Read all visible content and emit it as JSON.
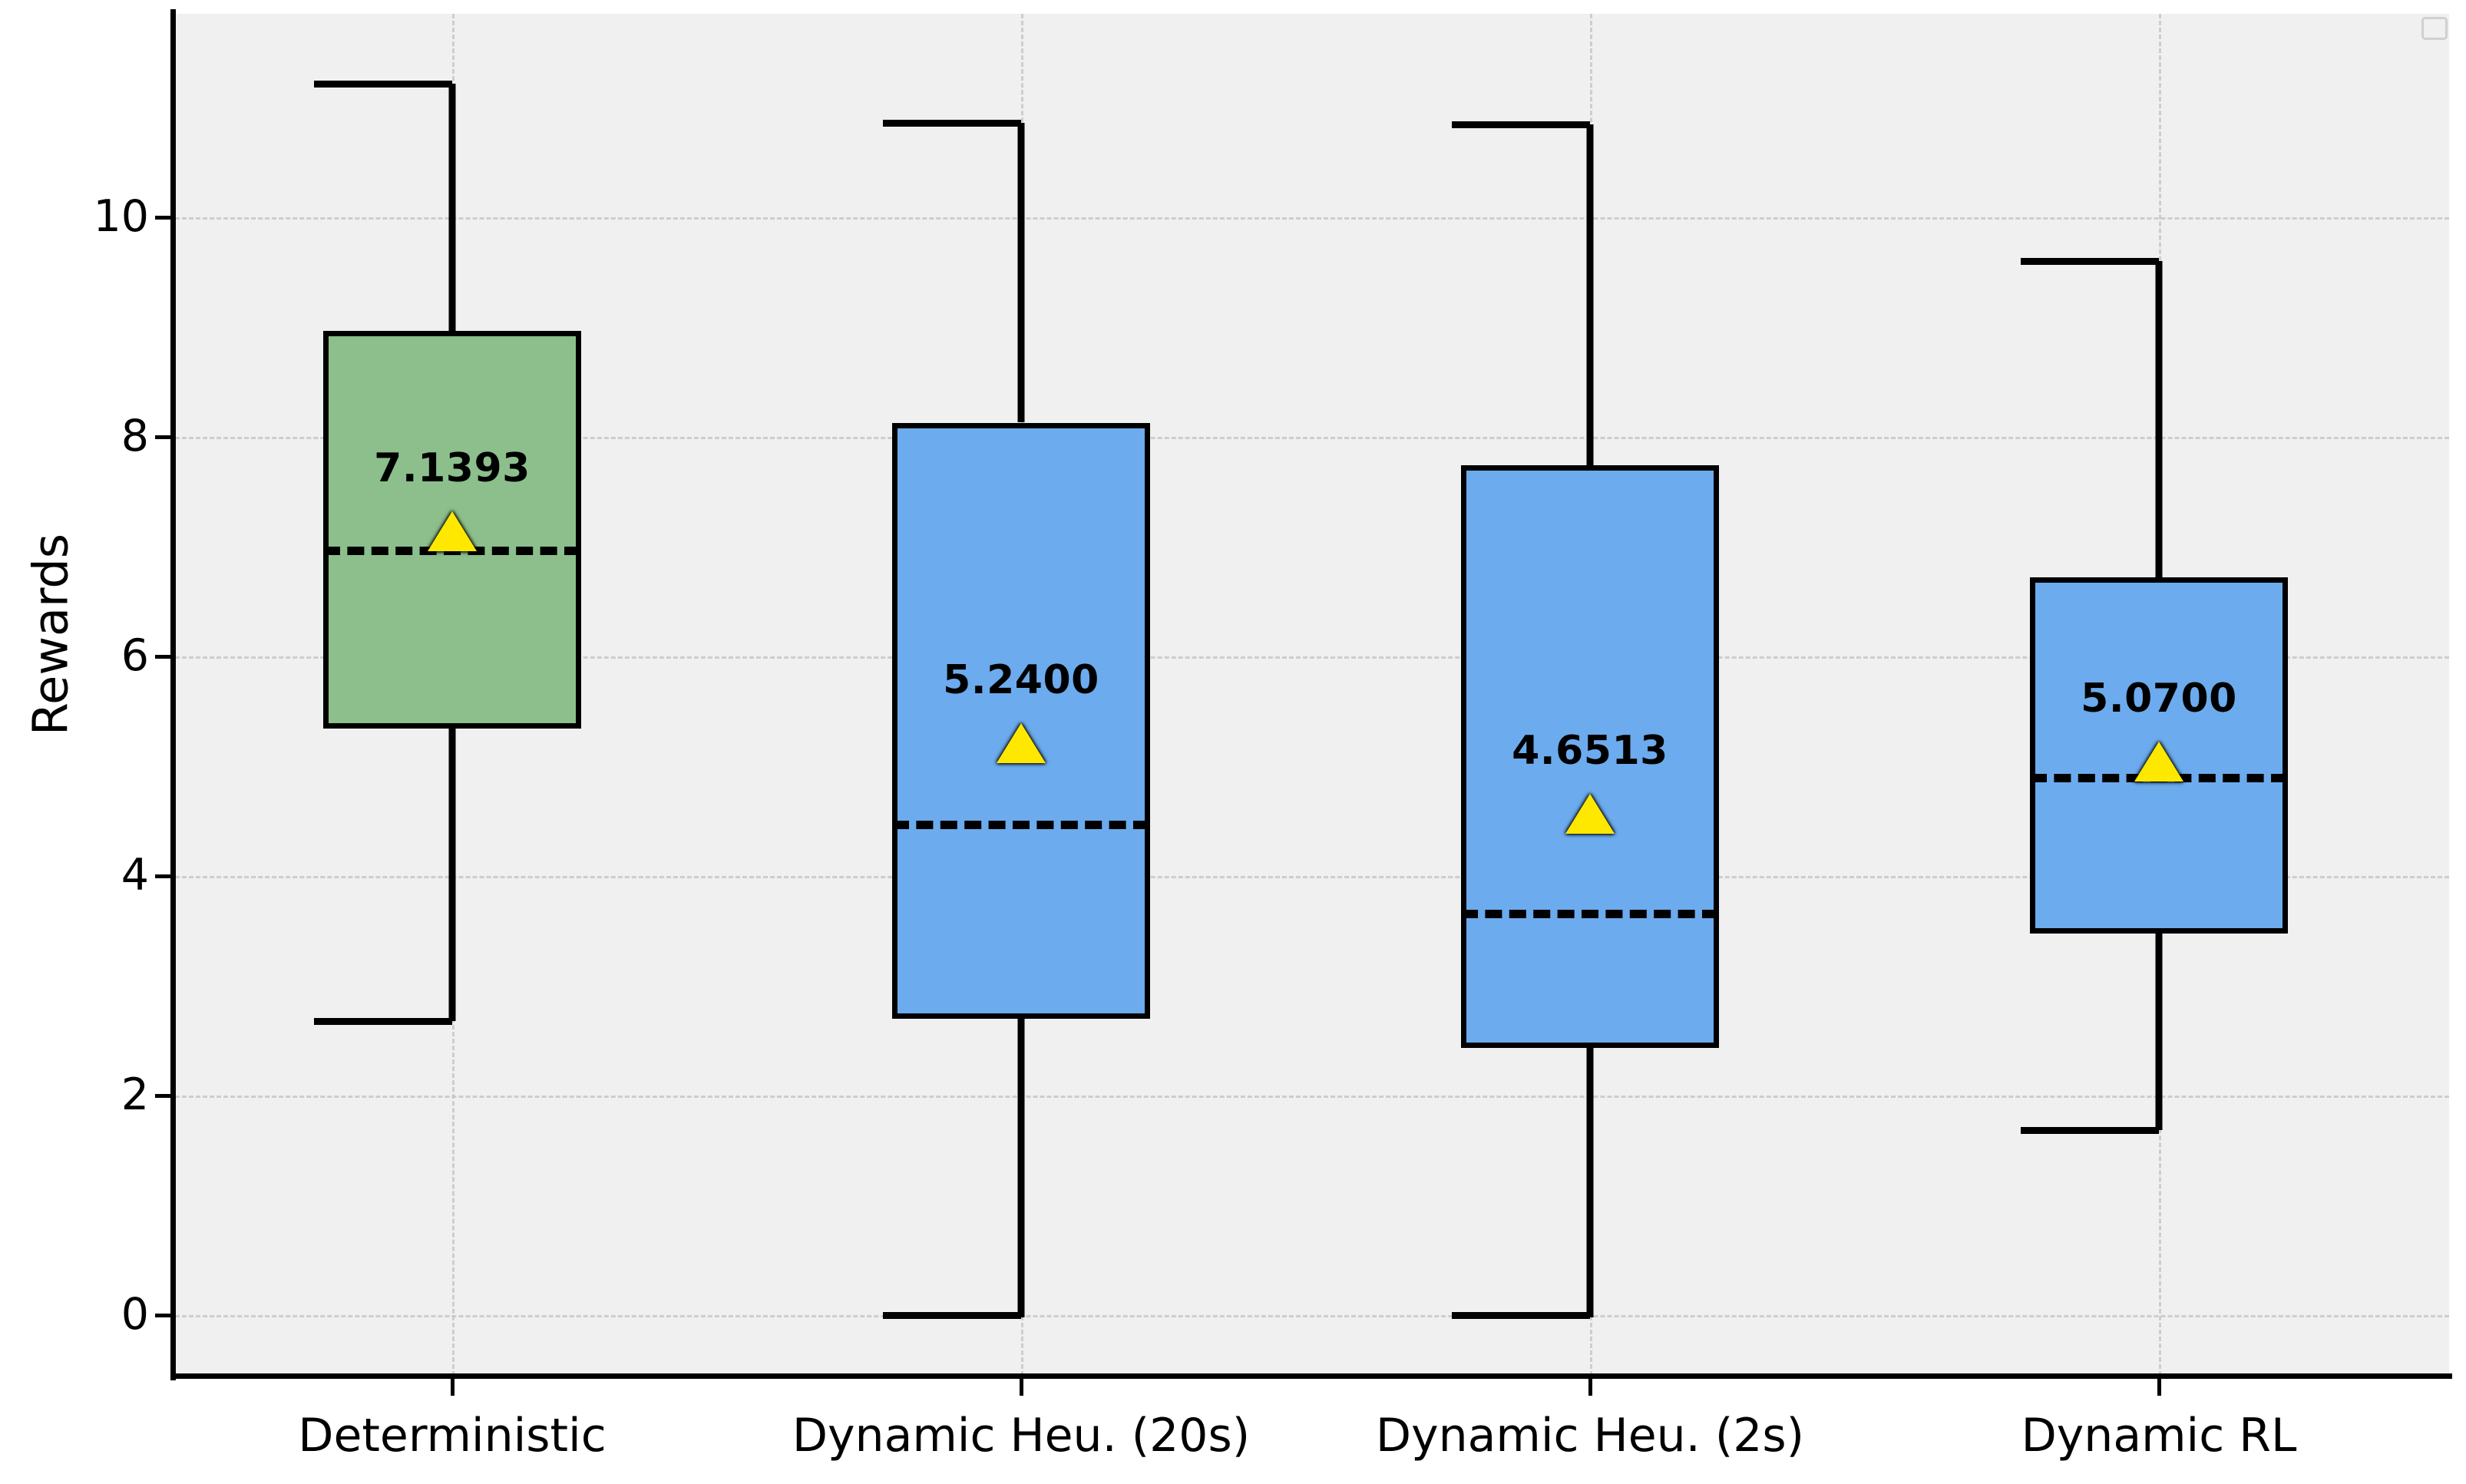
{
  "chart_data": {
    "type": "box",
    "title": "",
    "xlabel": "",
    "ylabel": "Rewards",
    "ylim": [
      -0.65,
      11.95
    ],
    "yticks": [
      0,
      2,
      4,
      6,
      8,
      10
    ],
    "ytick_labels": [
      "0",
      "2",
      "4",
      "6",
      "8",
      "10"
    ],
    "grid": true,
    "legend": "none",
    "categories": [
      "Deterministic",
      "Dynamic Heu. (20s)",
      "Dynamic Heu. (2s)",
      "Dynamic RL"
    ],
    "boxes": [
      {
        "label": "Deterministic",
        "whisker_low": 2.72,
        "q1": 5.33,
        "median": 7.0,
        "q3": 8.95,
        "whisker_high": 11.2,
        "mean": 7.1393,
        "mean_label": "7.1393",
        "color": "#8cbf8c"
      },
      {
        "label": "Dynamic Heu. (20s)",
        "whisker_low": 0.0,
        "q1": 2.67,
        "median": 4.5,
        "q3": 8.12,
        "whisker_high": 10.85,
        "mean": 5.24,
        "mean_label": "5.2400",
        "color": "#6cabed"
      },
      {
        "label": "Dynamic Heu. (2s)",
        "whisker_low": 0.0,
        "q1": 2.41,
        "median": 3.9,
        "q3": 7.74,
        "whisker_high": 10.85,
        "mean": 4.6513,
        "mean_label": "4.6513",
        "color": "#6cabed"
      },
      {
        "label": "Dynamic RL",
        "whisker_low": 1.72,
        "q1": 3.51,
        "median": 4.93,
        "q3": 6.72,
        "whisker_high": 9.6,
        "mean": 5.07,
        "mean_label": "5.0700",
        "color": "#6cabed"
      }
    ],
    "colors": {
      "highlight_box": "#8cbf8c",
      "default_box": "#6cabed",
      "mean_marker": "#ffe800",
      "line": "#000000",
      "plot_background": "#f0f0f0",
      "grid": "#c8c8c8"
    }
  },
  "axes": {
    "ylabel": "Rewards",
    "ytick_labels": [
      "0",
      "2",
      "4",
      "6",
      "8",
      "10"
    ],
    "xtick_labels": [
      "Deterministic",
      "Dynamic Heu. (20s)",
      "Dynamic Heu. (2s)",
      "Dynamic RL"
    ]
  },
  "mean_labels": [
    "7.1393",
    "5.2400",
    "4.6513",
    "5.0700"
  ],
  "corner_widget": {
    "name": "resize-handle"
  }
}
